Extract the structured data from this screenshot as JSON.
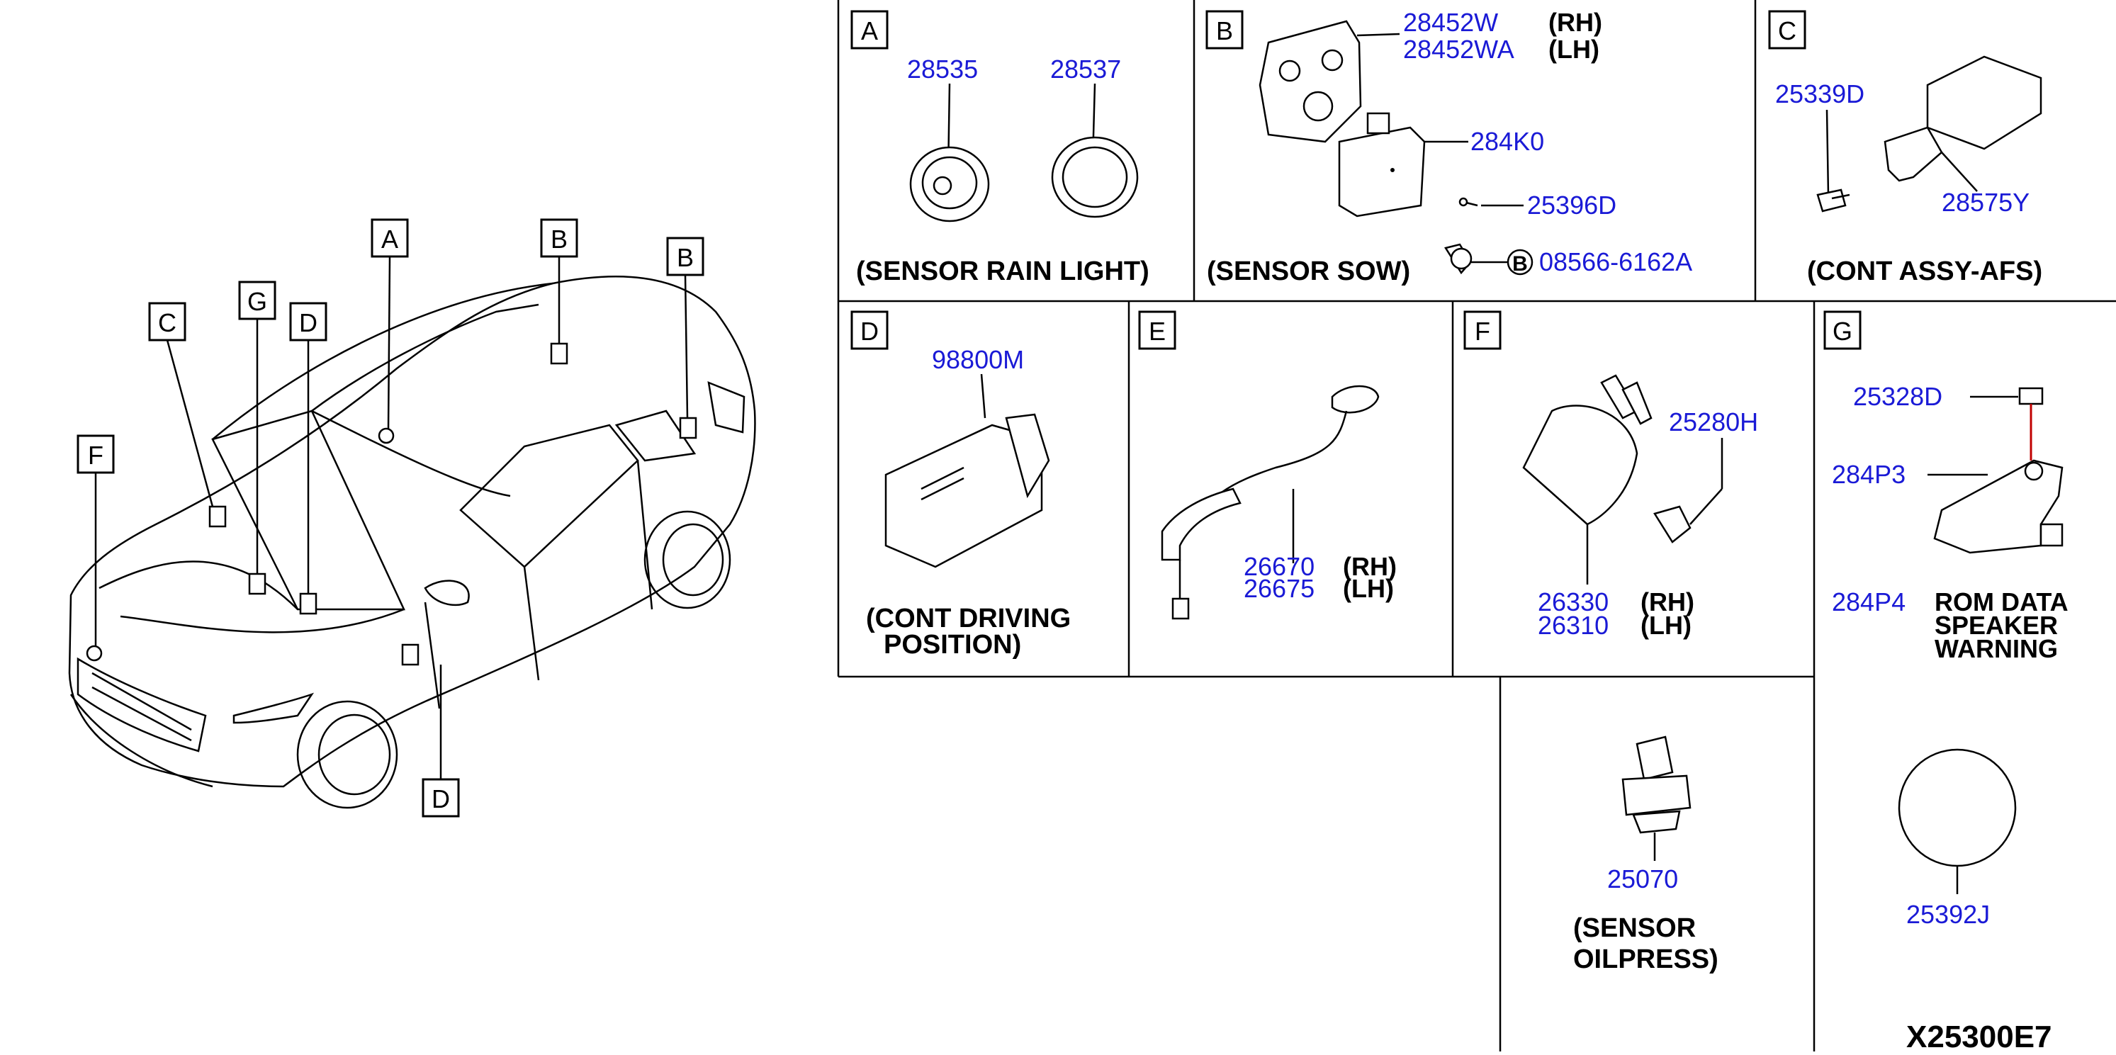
{
  "diagram_ref": "X25300E7",
  "car_callouts": [
    {
      "letter": "A"
    },
    {
      "letter": "B"
    },
    {
      "letter": "B"
    },
    {
      "letter": "C"
    },
    {
      "letter": "G"
    },
    {
      "letter": "D"
    },
    {
      "letter": "F"
    },
    {
      "letter": "D"
    }
  ],
  "panels": {
    "A": {
      "letter": "A",
      "parts": [
        "28535",
        "28537"
      ],
      "caption": "(SENSOR RAIN LIGHT)"
    },
    "B": {
      "letter": "B",
      "parts": [
        {
          "no": "28452W",
          "side": "(RH)"
        },
        {
          "no": "28452WA",
          "side": "(LH)"
        },
        {
          "no": "284K0"
        },
        {
          "no": "25396D"
        },
        {
          "no": "08566-6162A",
          "marker": "B"
        }
      ],
      "caption": "(SENSOR SOW)"
    },
    "C": {
      "letter": "C",
      "parts": [
        "25339D",
        "28575Y"
      ],
      "caption": "(CONT ASSY-AFS)"
    },
    "D": {
      "letter": "D",
      "parts": [
        "98800M"
      ],
      "caption_line1": "(CONT DRIVING",
      "caption_line2": "POSITION)"
    },
    "E": {
      "letter": "E",
      "parts": [
        {
          "no": "26670",
          "side": "(RH)"
        },
        {
          "no": "26675",
          "side": "(LH)"
        }
      ]
    },
    "F": {
      "letter": "F",
      "parts": [
        {
          "no": "25280H"
        },
        {
          "no": "26330",
          "side": "(RH)"
        },
        {
          "no": "26310",
          "side": "(LH)"
        }
      ]
    },
    "G": {
      "letter": "G",
      "parts": [
        "25328D",
        "284P3",
        "284P4"
      ],
      "note_lines": [
        "ROM DATA",
        "SPEAKER",
        "WARNING"
      ]
    },
    "oil": {
      "parts": [
        "25070"
      ],
      "caption_line1": "(SENSOR",
      "caption_line2": "OILPRESS)"
    },
    "disc": {
      "parts": [
        "25392J"
      ]
    }
  }
}
